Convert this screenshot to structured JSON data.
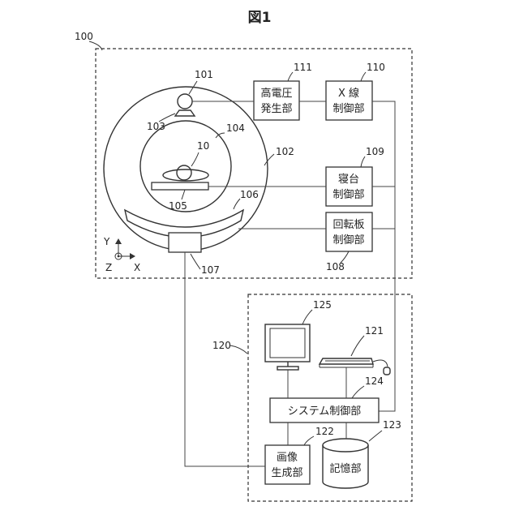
{
  "figure": {
    "title": "図1",
    "units": {
      "ct_apparatus": "100",
      "console": "120"
    },
    "parts": {
      "xray_tube": "101",
      "gantry": "102",
      "collimator": "103",
      "bore": "104",
      "couch_top": "105",
      "detector": "106",
      "daq": "107",
      "rotation_ctrl": "108",
      "couch_ctrl": "109",
      "xray_ctrl": "110",
      "hv_gen": "111",
      "subject": "10",
      "input_device": "121",
      "image_gen": "122",
      "storage": "123",
      "system_ctrl": "124",
      "monitor": "125"
    },
    "blocks": {
      "hv_gen": [
        "高電圧",
        "発生部"
      ],
      "xray_ctrl": [
        "X 線",
        "制御部"
      ],
      "couch_ctrl": [
        "寝台",
        "制御部"
      ],
      "rotation_ctrl": [
        "回転板",
        "制御部"
      ],
      "system_ctrl": "システム制御部",
      "image_gen": [
        "画像",
        "生成部"
      ],
      "storage": "記憶部"
    },
    "axes": {
      "y": "Y",
      "z": "Z",
      "x": "X"
    }
  }
}
